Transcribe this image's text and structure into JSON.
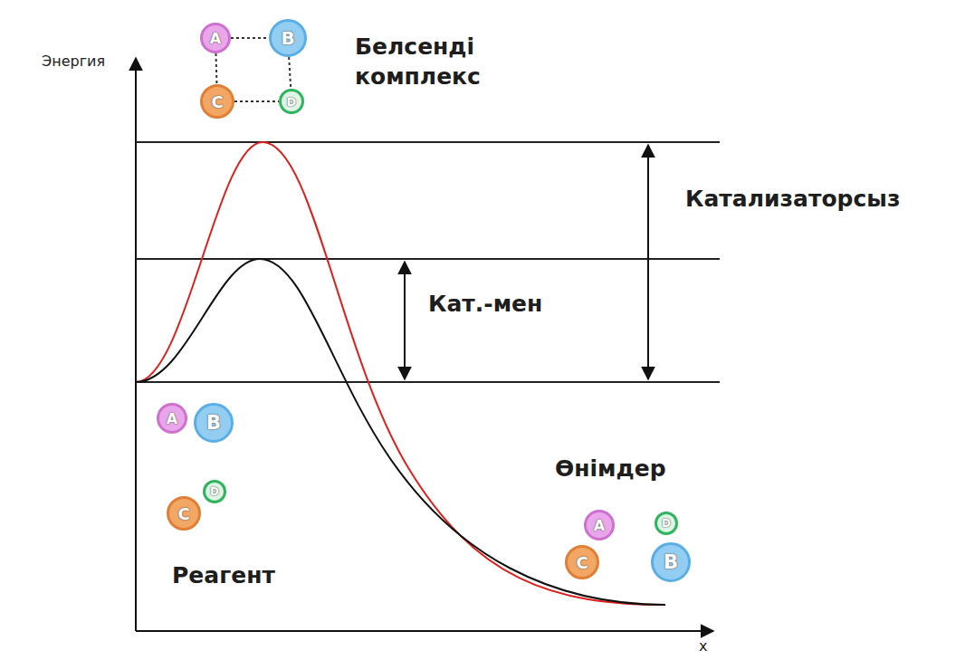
{
  "diagram": {
    "nodes": [
      {
        "text": [
          "A"
        ]
      },
      {
        "text": [
          "B"
        ]
      },
      {
        "text": [
          "C"
        ]
      },
      {
        "text": [
          "D"
        ]
      },
      {
        "text": [
          "A"
        ]
      },
      {
        "text": [
          "B"
        ]
      },
      {
        "text": [
          "C"
        ]
      },
      {
        "text": [
          "D"
        ]
      },
      {
        "text": [
          "A"
        ]
      },
      {
        "text": [
          "C"
        ]
      },
      {
        "text": [
          "D"
        ]
      },
      {
        "text": [
          "B"
        ]
      }
    ],
    "edges": [
      {
        "from": 0,
        "to": 1,
        "arrow": "none"
      },
      {
        "from": 0,
        "to": 2,
        "arrow": "none"
      },
      {
        "from": 1,
        "to": 3,
        "arrow": "none"
      },
      {
        "from": 2,
        "to": 3,
        "arrow": "none"
      }
    ],
    "labels": [
      "Энергия",
      "Белсенді комплекс",
      "Катализаторсыз",
      "Кат.-мен",
      "Реагент",
      "Өнімдер",
      "x"
    ]
  }
}
